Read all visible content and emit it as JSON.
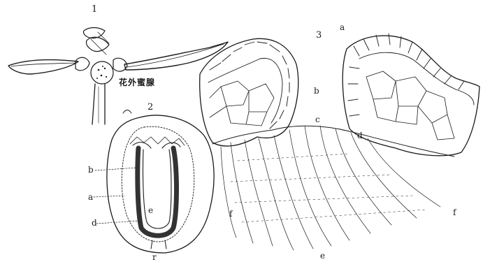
{
  "figure": {
    "panel1": {
      "number": "1",
      "gland_label": "花外蜜腺"
    },
    "panel2": {
      "number": "2",
      "labels": {
        "a": "a",
        "b": "b",
        "d": "d",
        "e": "e",
        "r": "r"
      }
    },
    "panel3": {
      "number": "3",
      "labels": {
        "a": "a",
        "b": "b",
        "c": "c",
        "d": "d",
        "e": "e",
        "f_left": "f",
        "f_right": "f"
      }
    }
  },
  "colors": {
    "ink": "#1a1a1a",
    "paper": "#ffffff",
    "stipple": "#333333"
  }
}
